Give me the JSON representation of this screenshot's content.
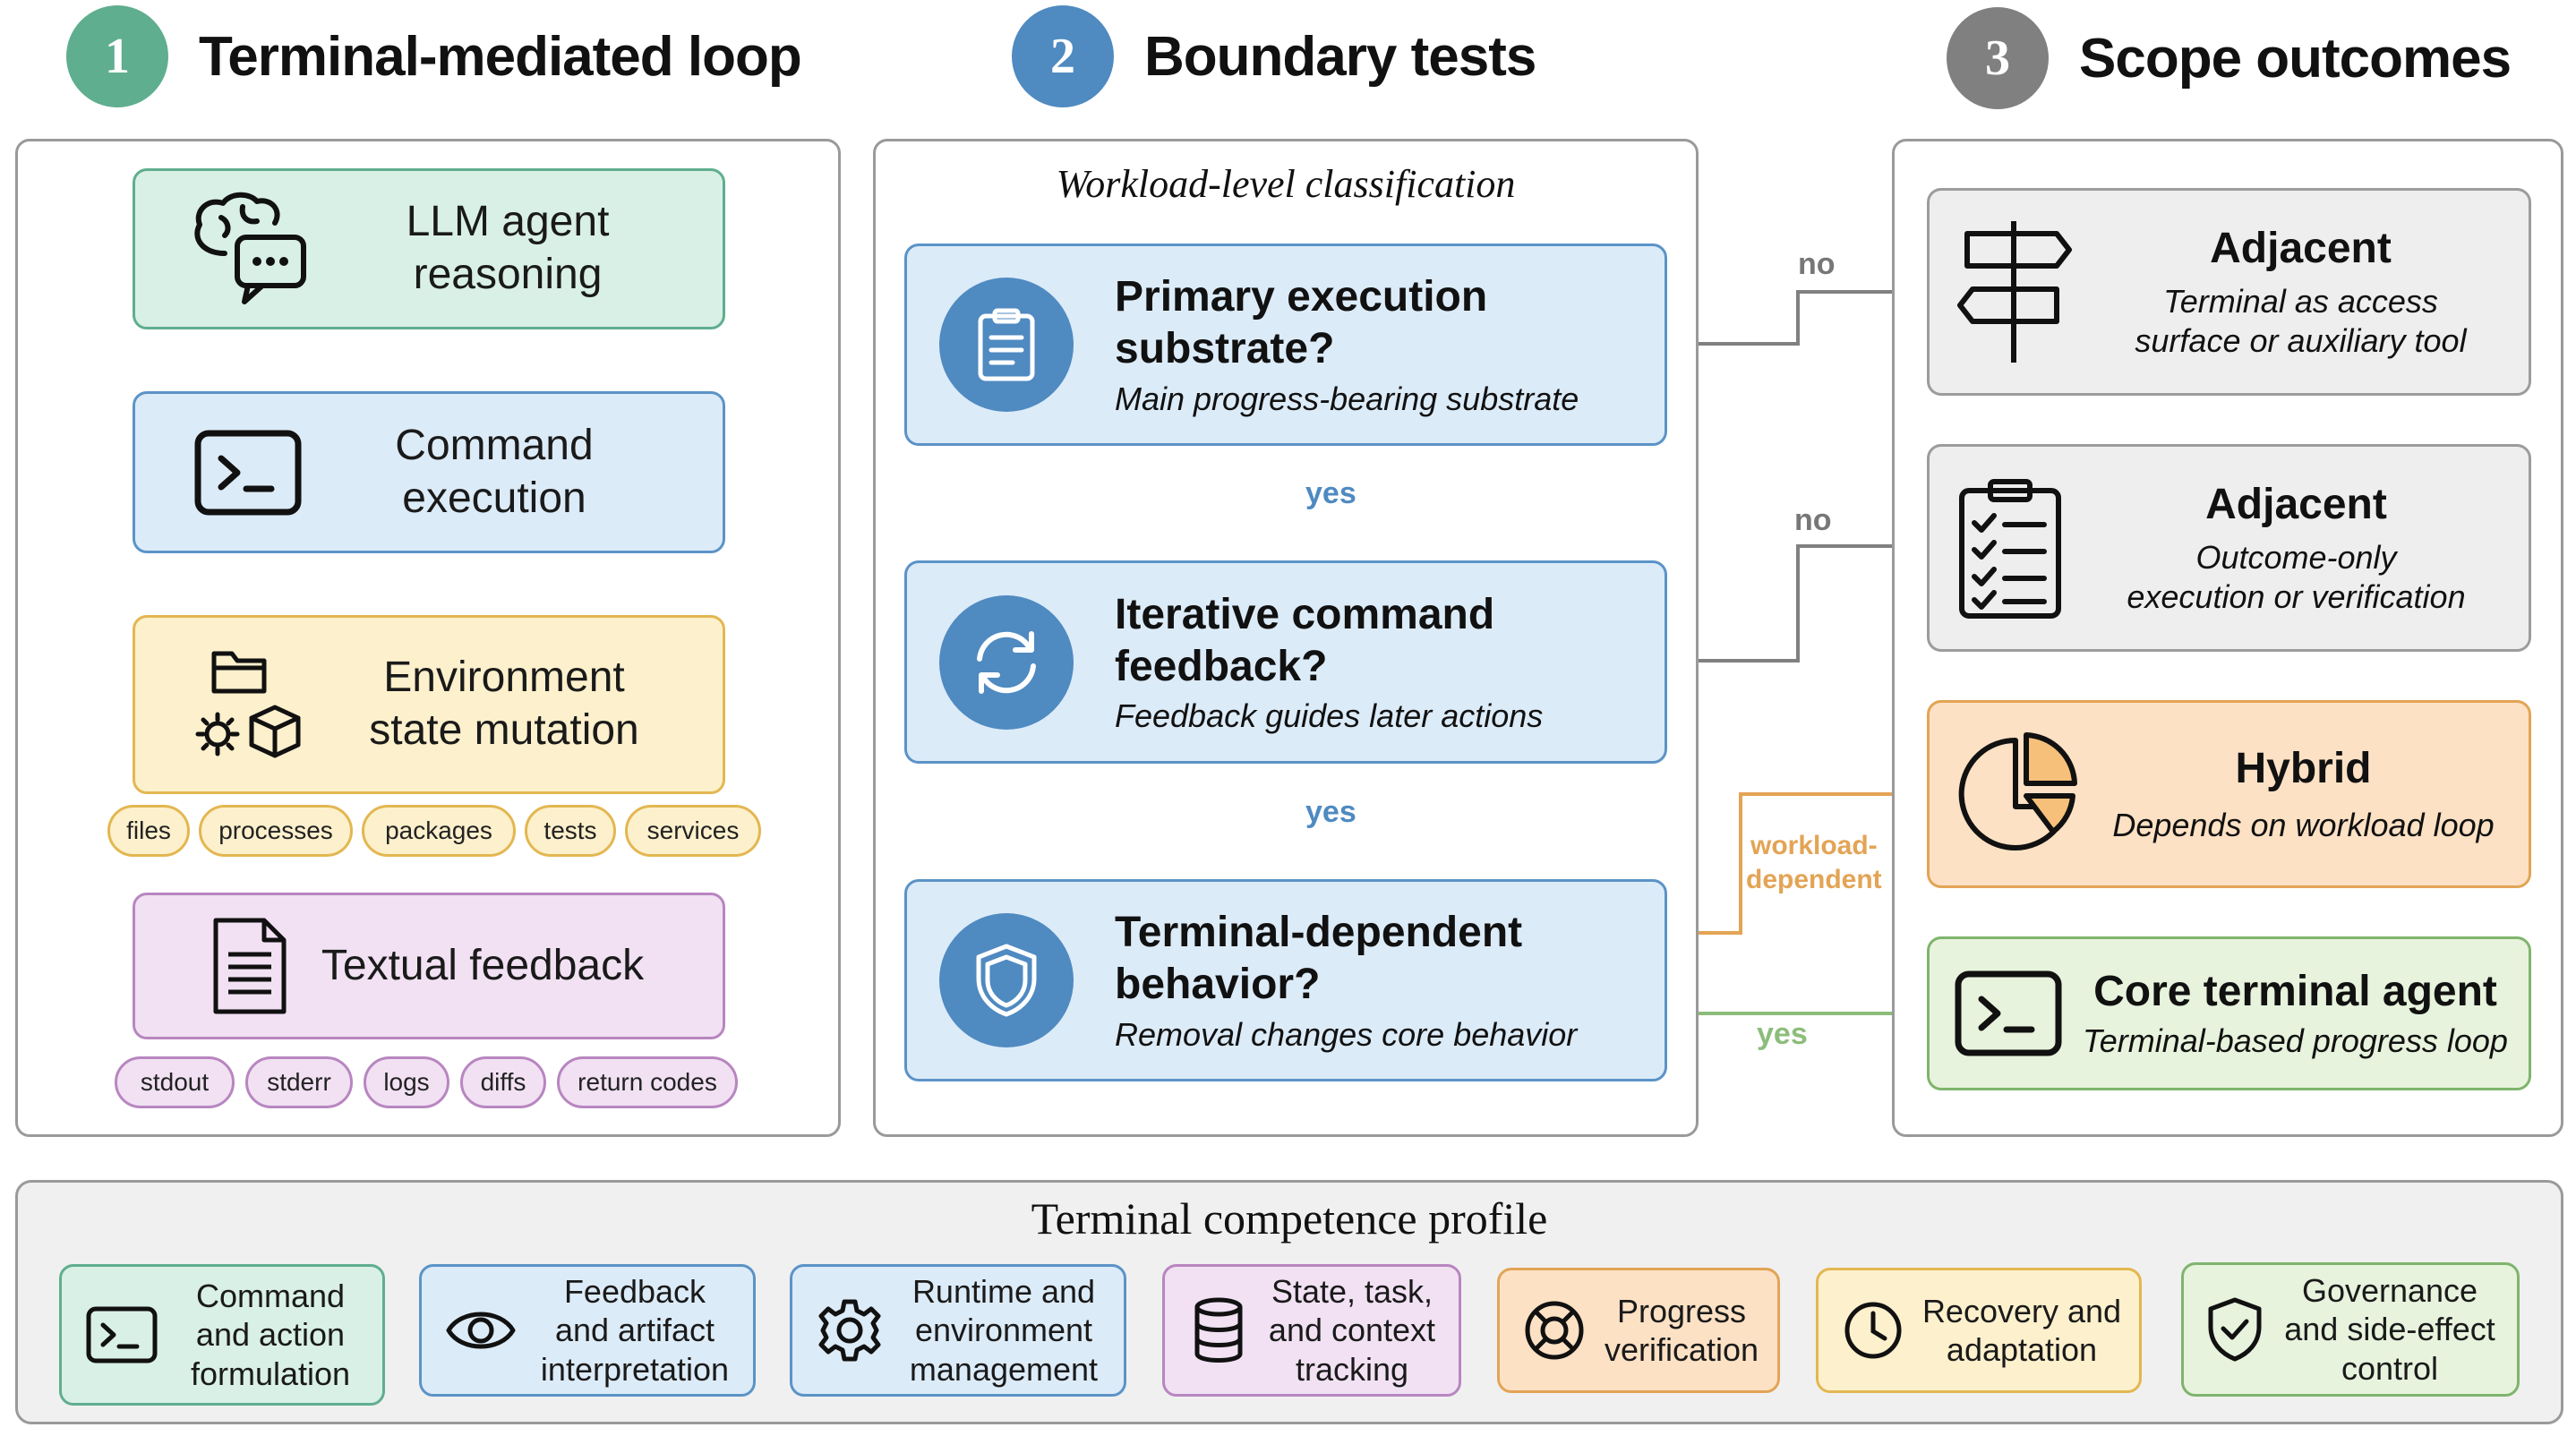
{
  "colors": {
    "green_accent": "#5fae8f",
    "blue_accent": "#4f8ac1",
    "gray_accent": "#808080",
    "orange_accent": "#e3a455",
    "yes_green": "#8cbd7a"
  },
  "sections": [
    {
      "number": "1",
      "title": "Terminal-mediated loop"
    },
    {
      "number": "2",
      "title": "Boundary tests"
    },
    {
      "number": "3",
      "title": "Scope outcomes"
    }
  ],
  "loop": {
    "agent": {
      "line1": "LLM agent",
      "line2": "reasoning",
      "icon": "brain-chat-icon"
    },
    "command": {
      "line1": "Command",
      "line2": "execution",
      "icon": "terminal-icon"
    },
    "environment": {
      "line1": "Environment",
      "line2": "state mutation",
      "icon": "folder-gear-box-icon"
    },
    "env_chips": [
      "files",
      "processes",
      "packages",
      "tests",
      "services"
    ],
    "feedback": {
      "label": "Textual feedback",
      "icon": "document-icon"
    },
    "feedback_chips": [
      "stdout",
      "stderr",
      "logs",
      "diffs",
      "return codes"
    ]
  },
  "tests": {
    "heading": "Workload-level classification",
    "items": [
      {
        "title1": "Primary execution",
        "title2": "substrate?",
        "sub": "Main progress-bearing substrate",
        "icon": "clipboard-icon"
      },
      {
        "title1": "Iterative command",
        "title2": "feedback?",
        "sub": "Feedback guides later actions",
        "icon": "refresh-icon"
      },
      {
        "title1": "Terminal-dependent",
        "title2": "behavior?",
        "sub": "Removal changes core behavior",
        "icon": "shield-icon"
      }
    ],
    "yes_label": "yes"
  },
  "edges": {
    "no": "no",
    "workload1": "workload-",
    "workload2": "dependent",
    "yes": "yes"
  },
  "outcomes": [
    {
      "title": "Adjacent",
      "sub1": "Terminal as access",
      "sub2": "surface or auxiliary tool",
      "icon": "signpost-icon"
    },
    {
      "title": "Adjacent",
      "sub1": "Outcome-only",
      "sub2": "execution or verification",
      "icon": "checklist-icon"
    },
    {
      "title": "Hybrid",
      "sub1": "Depends on workload loop",
      "icon": "pie-chart-icon"
    },
    {
      "title": "Core terminal agent",
      "sub1": "Terminal-based progress loop",
      "icon": "terminal-icon"
    }
  ],
  "competence": {
    "title": "Terminal competence profile",
    "items": [
      {
        "lines": [
          "Command",
          "and action",
          "formulation"
        ],
        "icon": "terminal-icon"
      },
      {
        "lines": [
          "Feedback",
          "and artifact",
          "interpretation"
        ],
        "icon": "eye-icon"
      },
      {
        "lines": [
          "Runtime and",
          "environment",
          "management"
        ],
        "icon": "gear-icon"
      },
      {
        "lines": [
          "State, task,",
          "and context",
          "tracking"
        ],
        "icon": "database-icon"
      },
      {
        "lines": [
          "Progress",
          "verification"
        ],
        "icon": "lifebuoy-icon"
      },
      {
        "lines": [
          "Recovery and",
          "adaptation"
        ],
        "icon": "clock-icon"
      },
      {
        "lines": [
          "Governance",
          "and side-effect",
          "control"
        ],
        "icon": "shield-check-icon"
      }
    ]
  }
}
